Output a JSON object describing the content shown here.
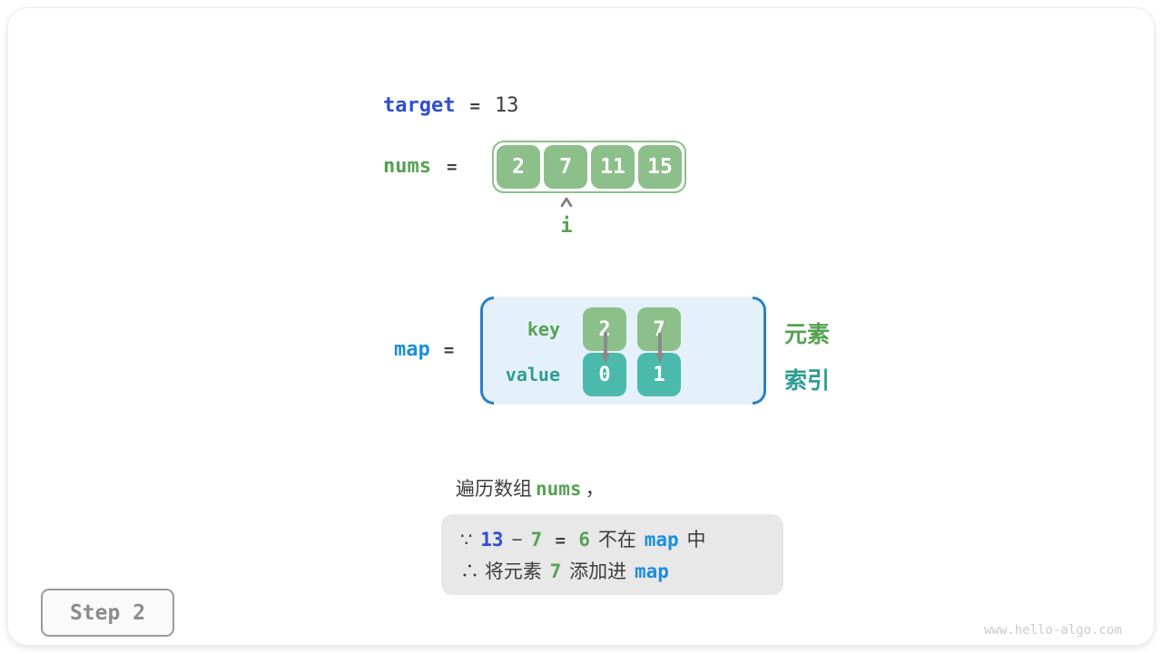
{
  "colors": {
    "royal_blue": "#2e4ed2",
    "sky_blue": "#1d8edd",
    "green": "#56a253",
    "green_fill": "#8dbf8b",
    "teal": "#2f9c92",
    "teal_fill": "#4cb9ad",
    "bracket_blue": "#2b80c6",
    "map_bg": "#e4f1fa",
    "reason_bg": "#e8e8e8",
    "text_dark": "#3d3d3d"
  },
  "target": {
    "label": "target",
    "equals": "=",
    "value": "13"
  },
  "nums": {
    "label": "nums",
    "equals": "=",
    "values": [
      "2",
      "7",
      "11",
      "15"
    ],
    "index_label": "i"
  },
  "map": {
    "label": "map",
    "equals": "=",
    "key_row_label": "key",
    "value_row_label": "value",
    "keys": [
      "2",
      "7"
    ],
    "values": [
      "0",
      "1"
    ],
    "element_label": "元素",
    "index_label": "索引"
  },
  "caption": {
    "segments": [
      {
        "t": "遍历数组",
        "c": "cn"
      },
      {
        "t": "nums",
        "c": "g"
      },
      {
        "t": "，",
        "c": "cn"
      }
    ]
  },
  "reasoning": {
    "line1": [
      {
        "t": "∵ ",
        "c": "cn"
      },
      {
        "t": "13",
        "c": "b"
      },
      {
        "t": " − ",
        "c": "cn"
      },
      {
        "t": "7",
        "c": "g"
      },
      {
        "t": " = ",
        "c": "d"
      },
      {
        "t": "6",
        "c": "g"
      },
      {
        "t": " 不在 ",
        "c": "cn"
      },
      {
        "t": "map",
        "c": "s"
      },
      {
        "t": " 中",
        "c": "cn"
      }
    ],
    "line2": [
      {
        "t": "∴ 将元素 ",
        "c": "cn"
      },
      {
        "t": "7",
        "c": "g"
      },
      {
        "t": " 添加进 ",
        "c": "cn"
      },
      {
        "t": "map",
        "c": "s"
      }
    ]
  },
  "footer": {
    "step_label": "Step 2",
    "watermark": "www.hello-algo.com"
  }
}
